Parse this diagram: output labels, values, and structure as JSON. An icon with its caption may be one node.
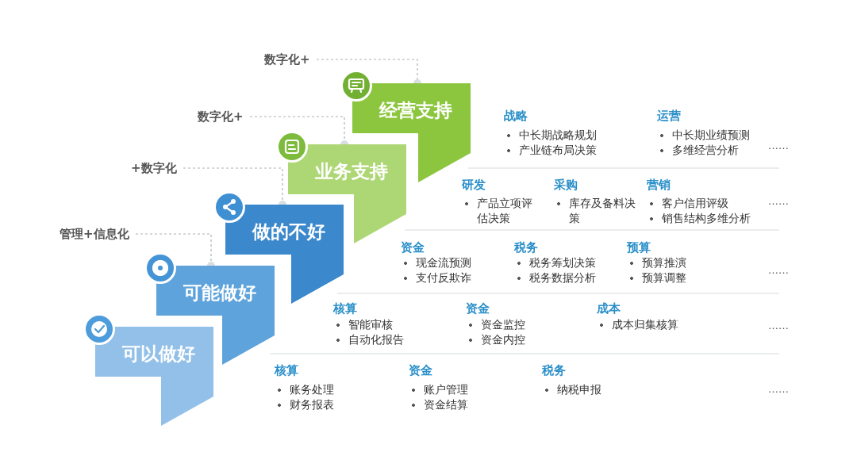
{
  "diagram": {
    "nodes": [
      {
        "text": [
          "可以做好"
        ]
      },
      {
        "text": [
          "可能做好"
        ]
      },
      {
        "text": [
          "做的不好"
        ]
      },
      {
        "text": [
          "业务支持"
        ]
      },
      {
        "text": [
          "经营支持"
        ]
      },
      {
        "text": [
          "管理+信息化"
        ]
      },
      {
        "text": [
          "+数字化"
        ]
      },
      {
        "text": [
          "数字化+"
        ]
      },
      {
        "text": [
          "数字化+"
        ]
      }
    ],
    "edges": [
      {
        "from": 5,
        "to": 1,
        "arrow": "other",
        "style": "dashed"
      },
      {
        "from": 6,
        "to": 2,
        "arrow": "other",
        "style": "dashed"
      },
      {
        "from": 7,
        "to": 3,
        "arrow": "other",
        "style": "dashed"
      },
      {
        "from": 8,
        "to": 4,
        "arrow": "other",
        "style": "dashed"
      }
    ],
    "labels": [
      "战略",
      "中长期战略规划",
      "产业链布局决策",
      "运营",
      "中长期业绩预测",
      "多维经营分析",
      "……",
      "研发",
      "产品立项评估决策",
      "采购",
      "库存及备料决策",
      "营销",
      "客户信用评级",
      "销售结构多维分析",
      "……",
      "资金",
      "现金流预测",
      "支付反欺诈",
      "税务",
      "税务筹划决策",
      "税务数据分析",
      "预算",
      "预算推演",
      "预算调整",
      "……",
      "核算",
      "智能审核",
      "自动化报告",
      "资金",
      "资金监控",
      "资金内控",
      "成本",
      "成本归集核算",
      "……",
      "核算",
      "账务处理",
      "财务报表",
      "资金",
      "账户管理",
      "资金结算",
      "税务",
      "纳税申报",
      "……"
    ]
  }
}
